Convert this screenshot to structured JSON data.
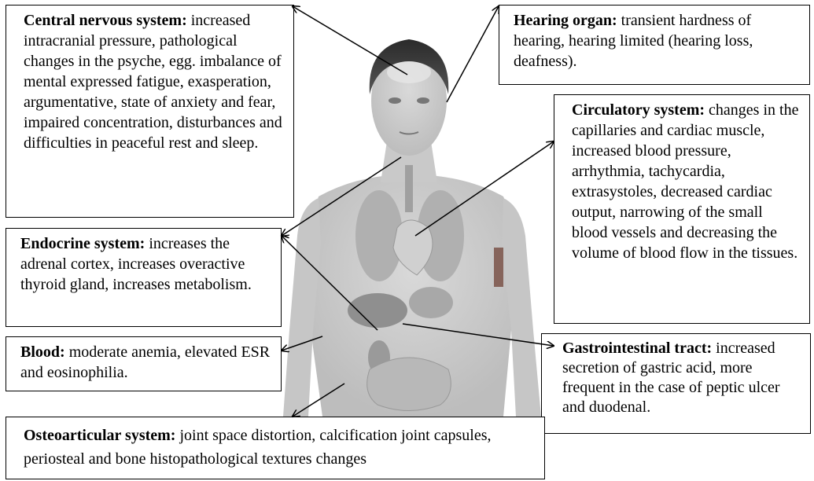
{
  "boxes": {
    "cns": {
      "title": "Central nervous system:",
      "text": "increased intracranial pressure, pathological changes in the psyche, egg. imbalance of mental expressed fatigue, exasperation, argumentative, state of anxiety and fear, impaired concentration, disturbances and difficulties in peaceful rest and sleep."
    },
    "hearing": {
      "title": "Hearing organ:",
      "text": "transient hardness of hearing, hearing limited (hearing loss, deafness)."
    },
    "circulatory": {
      "title": "Circulatory system:",
      "text": "changes in the capillaries and cardiac muscle, increased blood pressure, arrhythmia, tachycardia, extrasystoles, decreased cardiac output, narrowing of the small blood vessels and decreasing the volume of blood flow in the tissues."
    },
    "endocrine": {
      "title": "Endocrine system:",
      "text": "increases the adrenal cortex, increases overactive thyroid gland, increases metabolism."
    },
    "blood": {
      "title": "Blood:",
      "text": "moderate anemia, elevated ESR and eosinophilia."
    },
    "gi": {
      "title": "Gastrointestinal tract:",
      "text": "increased secretion of gastric acid, more frequent in the case of peptic ulcer and duodenal."
    },
    "osteo": {
      "title": "Osteoarticular system:",
      "text": "joint space distortion, calcification joint capsules, periosteal and bone histopathological textures changes"
    }
  }
}
